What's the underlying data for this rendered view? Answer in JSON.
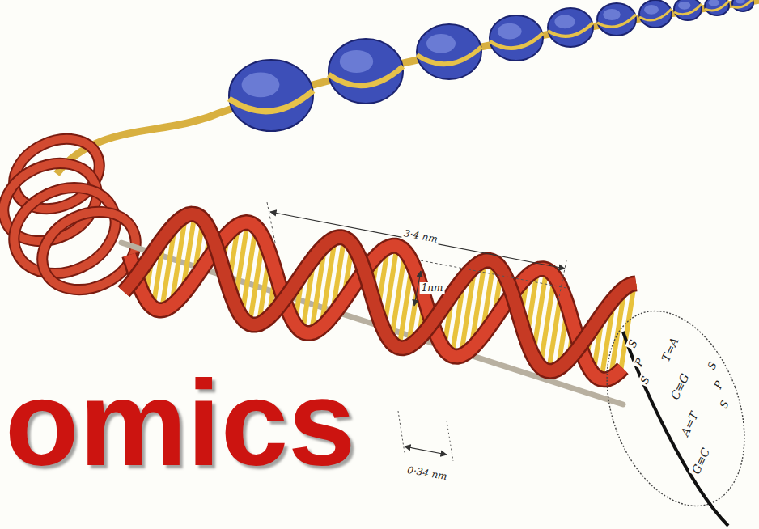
{
  "diagram": {
    "title": "omics",
    "labels": [
      "3·4 nm",
      "1nm",
      "0·34 nm",
      "S",
      "P",
      "S",
      "T=A",
      "C≡G",
      "A=T",
      "G≡C",
      "S",
      "P",
      "S"
    ]
  }
}
